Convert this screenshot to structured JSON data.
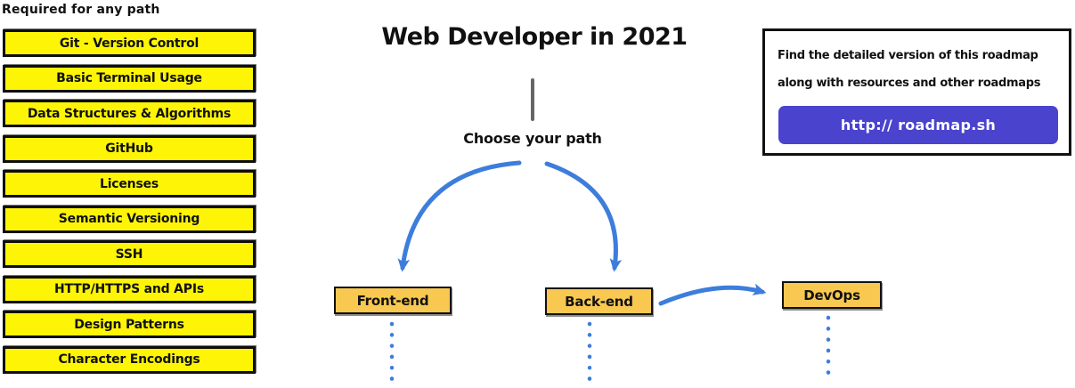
{
  "left_panel": {
    "heading": "Required for any path",
    "items": [
      "Git - Version Control",
      "Basic Terminal Usage",
      "Data Structures & Algorithms",
      "GitHub",
      "Licenses",
      "Semantic Versioning",
      "SSH",
      "HTTP/HTTPS and APIs",
      "Design Patterns",
      "Character Encodings"
    ]
  },
  "center": {
    "title": "Web Developer in 2021",
    "choose_label": "Choose your path",
    "paths": [
      {
        "label": "Front-end"
      },
      {
        "label": "Back-end"
      },
      {
        "label": "DevOps"
      }
    ]
  },
  "info_box": {
    "line1": "Find the detailed version of this roadmap",
    "line2": "along with resources and other roadmaps",
    "button_label": "http:// roadmap.sh"
  },
  "colors": {
    "required_box_fill": "#FDF505",
    "path_box_fill": "#F8C851",
    "arrow_blue": "#3D7DDC",
    "button_purple": "#4A43CE",
    "stem_gray": "#666666",
    "border_black": "#111111"
  }
}
